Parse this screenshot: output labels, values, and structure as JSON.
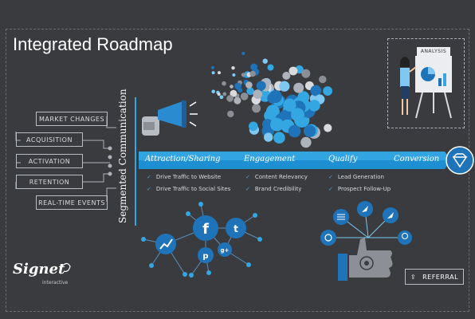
{
  "header": {
    "title": "Integrated Roadmap"
  },
  "left_panel": {
    "market_changes": "MARKET CHANGES",
    "acquisition": "ACQUISITION",
    "activation": "ACTIVATION",
    "retention": "RETENTION",
    "real_time_events": "REAL-TIME EVENTS"
  },
  "vertical_heading": "Segmented Communication",
  "stages": [
    {
      "label": "Attraction/Sharing"
    },
    {
      "label": "Engagement"
    },
    {
      "label": "Qualify"
    },
    {
      "label": "Conversion"
    }
  ],
  "checklist": {
    "col1": [
      "Drive Traffic to Website",
      "Drive Traffic to Social Sites"
    ],
    "col2": [
      "Content Relevancy",
      "Brand Credibility"
    ],
    "col3": [
      "Lead Generation",
      "Prospect Follow-Up"
    ]
  },
  "analysis_panel": {
    "label": "ANALYSIS"
  },
  "referral": {
    "label": "REFERRAL"
  },
  "branding": {
    "logo": "Signet",
    "logo_sub": "interactive"
  },
  "colors": {
    "background": "#3a3b3e",
    "accent_blue": "#34a6e2",
    "deep_blue": "#1f73b8",
    "light_blue": "#7ec8f2",
    "grey": "#8c9096"
  }
}
